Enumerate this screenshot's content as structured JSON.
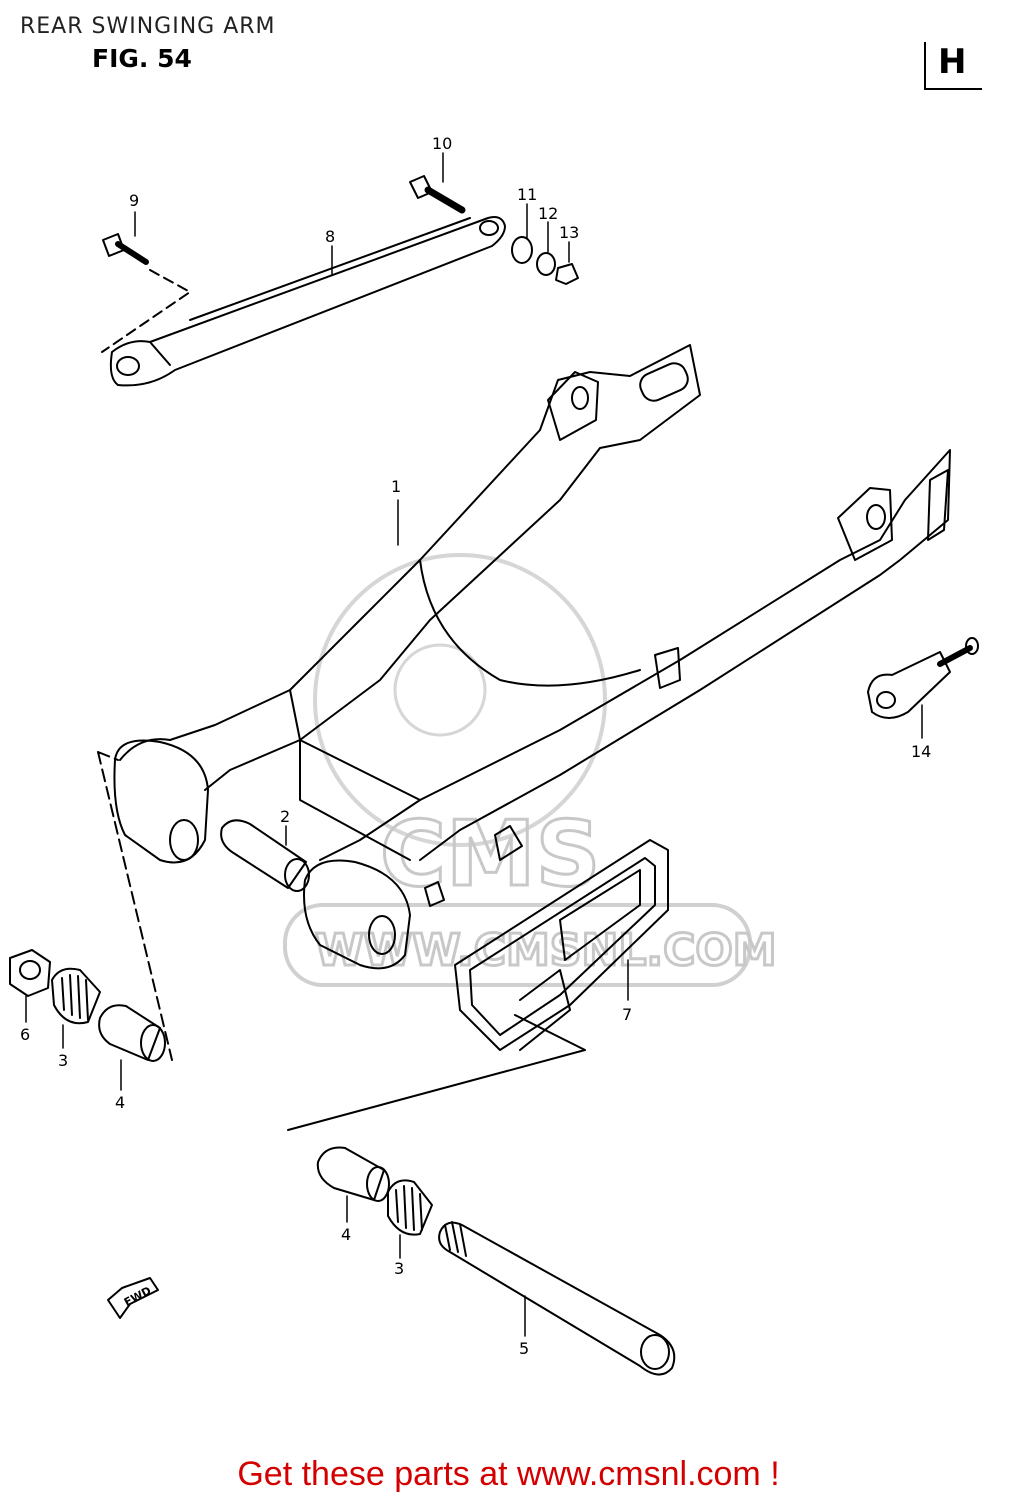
{
  "header": {
    "title": "REAR SWINGING ARM",
    "figure": "FIG. 54",
    "section": "H"
  },
  "watermark": {
    "brand": "CMS",
    "site": "WWW.CMSNL.COM"
  },
  "fwd_label": "FWD",
  "callouts": [
    "1",
    "2",
    "3",
    "3",
    "4",
    "4",
    "5",
    "6",
    "7",
    "8",
    "9",
    "10",
    "11",
    "12",
    "13",
    "14"
  ],
  "footer": {
    "text": "Get these parts at www.cmsnl.com !",
    "color": "#d40000"
  },
  "colors": {
    "line": "#000000",
    "watermark": "#c8c8c8"
  }
}
